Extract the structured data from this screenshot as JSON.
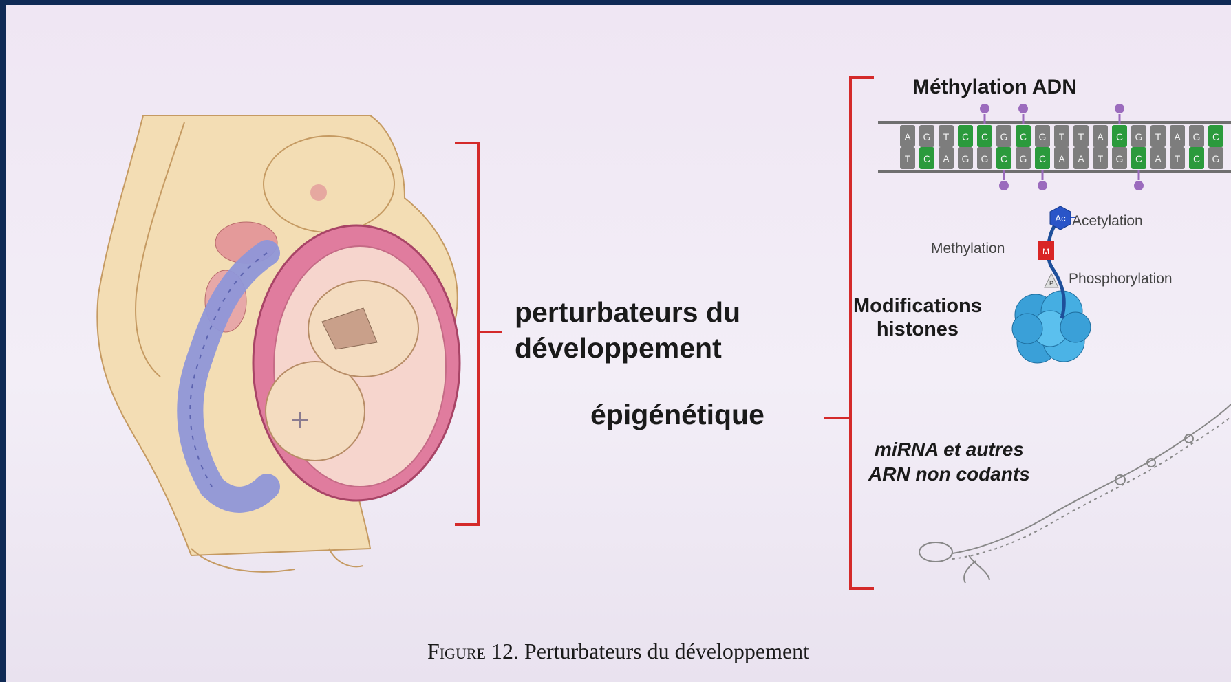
{
  "figure": {
    "main_label": "perturbateurs du développement",
    "main_label_line1": "perturbateurs du",
    "main_label_line2": "développement",
    "epigenetics_label": "épigénétique",
    "dna_methylation": {
      "title": "Méthylation ADN",
      "top_strand": [
        "A",
        "G",
        "T",
        "C",
        "C",
        "G",
        "C",
        "G",
        "T",
        "T",
        "A",
        "C",
        "G",
        "T",
        "A",
        "G",
        "C"
      ],
      "bottom_strand": [
        "T",
        "C",
        "A",
        "G",
        "G",
        "C",
        "G",
        "C",
        "A",
        "A",
        "T",
        "G",
        "C",
        "A",
        "T",
        "C",
        "G"
      ]
    },
    "histone": {
      "label_line1": "Modifications",
      "label_line2": "histones",
      "acetylation": "Acetylation",
      "acetyl_badge": "Ac",
      "methylation": "Methylation",
      "methyl_badge": "M",
      "phosphorylation": "Phosphorylation",
      "phospho_badge": "P"
    },
    "rna": {
      "line1": "miRNA et autres",
      "line2": "ARN non codants"
    },
    "caption_prefix": "Figure",
    "caption_rest": " 12. Perturbateurs du développement"
  },
  "colors": {
    "bracket": "#d42a2a",
    "dna_green": "#2b9a3c",
    "dna_grey": "#7d7d7d",
    "methyl_pin": "#9b6bbd",
    "nucleosome": "#3aa0d8",
    "acetyl_hex": "#2a55c8",
    "methyl_square": "#d92525",
    "skin": "#f3ddb4",
    "uterus": "#e07c9e",
    "intestine": "#8f96d8",
    "background_frame": "#0f2a55"
  }
}
